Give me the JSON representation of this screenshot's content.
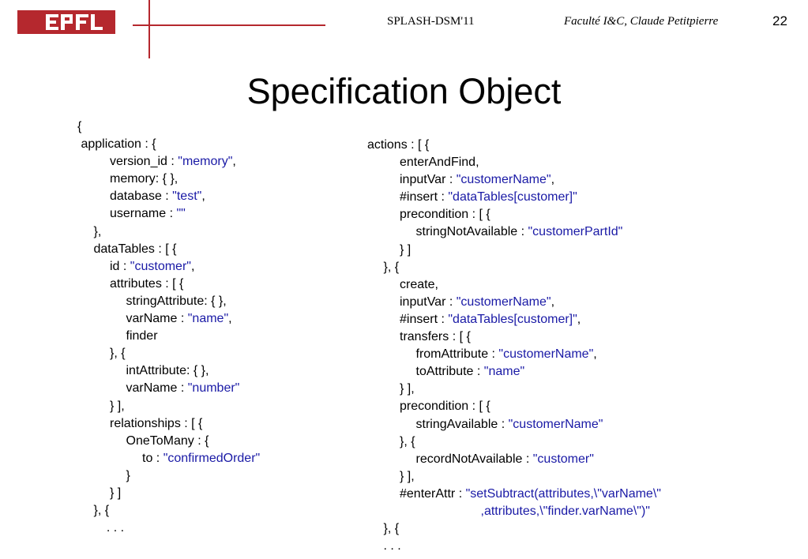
{
  "header": {
    "logo_text": "EPFL",
    "conference": "SPLASH-DSM'11",
    "author": "Faculté I&C, Claude Petitpierre",
    "page_number": "22"
  },
  "title": "Specification Object",
  "colors": {
    "accent": "#b5282e",
    "string": "#1a1aa6"
  },
  "left_column": [
    {
      "indent": 0,
      "text": "{",
      "str": ""
    },
    {
      "indent": 0,
      "text": " application : {",
      "str": ""
    },
    {
      "indent": 2,
      "text": "version_id : ",
      "str": "\"memory\"",
      "after": ","
    },
    {
      "indent": 2,
      "text": "memory: { },",
      "str": ""
    },
    {
      "indent": 2,
      "text": "database : ",
      "str": "\"test\"",
      "after": ","
    },
    {
      "indent": 2,
      "text": "username : ",
      "str": "\"\""
    },
    {
      "indent": 1,
      "text": "},",
      "str": ""
    },
    {
      "indent": 1,
      "text": "dataTables : [ {",
      "str": ""
    },
    {
      "indent": 2,
      "text": "id : ",
      "str": "\"customer\"",
      "after": ","
    },
    {
      "indent": 2,
      "text": "attributes : [ {",
      "str": ""
    },
    {
      "indent": 3,
      "text": "stringAttribute: { },",
      "str": ""
    },
    {
      "indent": 3,
      "text": "varName : ",
      "str": "\"name\"",
      "after": ","
    },
    {
      "indent": 3,
      "text": "finder",
      "str": ""
    },
    {
      "indent": 2,
      "text": "}, {",
      "str": ""
    },
    {
      "indent": 3,
      "text": "intAttribute: { },",
      "str": ""
    },
    {
      "indent": 3,
      "text": "varName : ",
      "str": "\"number\""
    },
    {
      "indent": 2,
      "text": "} ],",
      "str": ""
    },
    {
      "indent": 2,
      "text": "relationships : [ {",
      "str": ""
    },
    {
      "indent": 3,
      "text": "OneToMany : {",
      "str": ""
    },
    {
      "indent": 4,
      "text": "to : ",
      "str": "\"confirmedOrder\""
    },
    {
      "indent": 3,
      "text": "}",
      "str": ""
    },
    {
      "indent": 2,
      "text": "} ]",
      "str": ""
    },
    {
      "indent": 1,
      "text": "}, {",
      "str": ""
    },
    {
      "indent": 1.8,
      "text": ". . .",
      "str": ""
    }
  ],
  "right_column": [
    {
      "indent": 0,
      "text": "actions : [ {",
      "str": ""
    },
    {
      "indent": 2,
      "text": "enterAndFind,",
      "str": ""
    },
    {
      "indent": 2,
      "text": "inputVar : ",
      "str": "\"customerName\"",
      "after": ","
    },
    {
      "indent": 2,
      "text": "#insert : ",
      "str": "\"dataTables[customer]\""
    },
    {
      "indent": 2,
      "text": "precondition : [ {",
      "str": ""
    },
    {
      "indent": 3,
      "text": "stringNotAvailable : ",
      "str": "\"customerPartId\""
    },
    {
      "indent": 2,
      "text": "} ]",
      "str": ""
    },
    {
      "indent": 1,
      "text": "}, {",
      "str": ""
    },
    {
      "indent": 2,
      "text": "create,",
      "str": ""
    },
    {
      "indent": 2,
      "text": "inputVar : ",
      "str": "\"customerName\"",
      "after": ","
    },
    {
      "indent": 2,
      "text": "#insert : ",
      "str": "\"dataTables[customer]\"",
      "after": ","
    },
    {
      "indent": 2,
      "text": "transfers : [ {",
      "str": ""
    },
    {
      "indent": 3,
      "text": "fromAttribute : ",
      "str": "\"customerName\"",
      "after": ","
    },
    {
      "indent": 3,
      "text": "toAttribute : ",
      "str": "\"name\""
    },
    {
      "indent": 2,
      "text": "} ],",
      "str": ""
    },
    {
      "indent": 2,
      "text": "precondition : [ {",
      "str": ""
    },
    {
      "indent": 3,
      "text": "stringAvailable : ",
      "str": "\"customerName\""
    },
    {
      "indent": 2,
      "text": "}, {",
      "str": ""
    },
    {
      "indent": 3,
      "text": "recordNotAvailable : ",
      "str": "\"customer\""
    },
    {
      "indent": 2,
      "text": "} ],",
      "str": ""
    },
    {
      "indent": 2,
      "text": "#enterAttr : ",
      "str": "\"setSubtract(attributes,\\\"varName\\\"",
      "after": ""
    },
    {
      "indent": 7,
      "text": "",
      "str": ",attributes,\\\"finder.varName\\\")\""
    },
    {
      "indent": 1,
      "text": "}, {",
      "str": ""
    },
    {
      "indent": 1,
      "text": ". . .",
      "str": ""
    }
  ]
}
